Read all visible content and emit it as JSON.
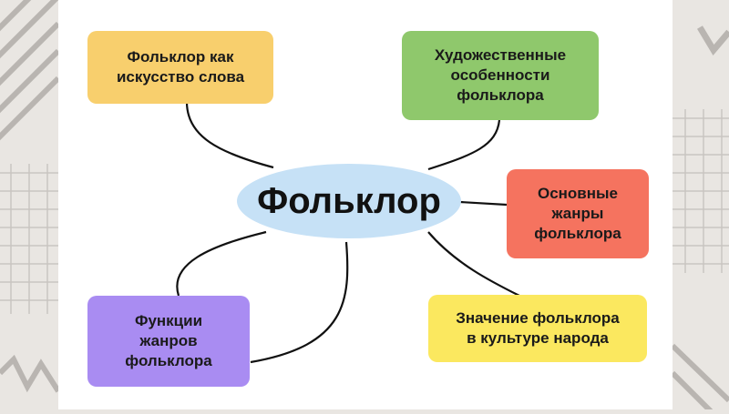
{
  "colors": {
    "center": "#c6e1f6",
    "orange": "#f8cf6d",
    "green": "#8fc86c",
    "red": "#f5735f",
    "purple": "#a98cf2",
    "yellow": "#fbe85f",
    "line": "#111111",
    "pattern": "#b9b5b1"
  },
  "diagram": {
    "center": {
      "label": "Фольклор"
    },
    "nodes": [
      {
        "id": "folklore-as-art",
        "color": "orange",
        "lines": [
          "Фольклор как",
          "искусство слова"
        ]
      },
      {
        "id": "artistic-features",
        "color": "green",
        "lines": [
          "Художественные",
          "особенности",
          "фольклора"
        ]
      },
      {
        "id": "main-genres",
        "color": "red",
        "lines": [
          "Основные",
          "жанры",
          "фольклора"
        ]
      },
      {
        "id": "genre-functions",
        "color": "purple",
        "lines": [
          "Функции",
          "жанров",
          "фольклора"
        ]
      },
      {
        "id": "folklore-meaning",
        "color": "yellow",
        "lines": [
          "Значение фольклора",
          "в культуре народа"
        ]
      }
    ]
  }
}
